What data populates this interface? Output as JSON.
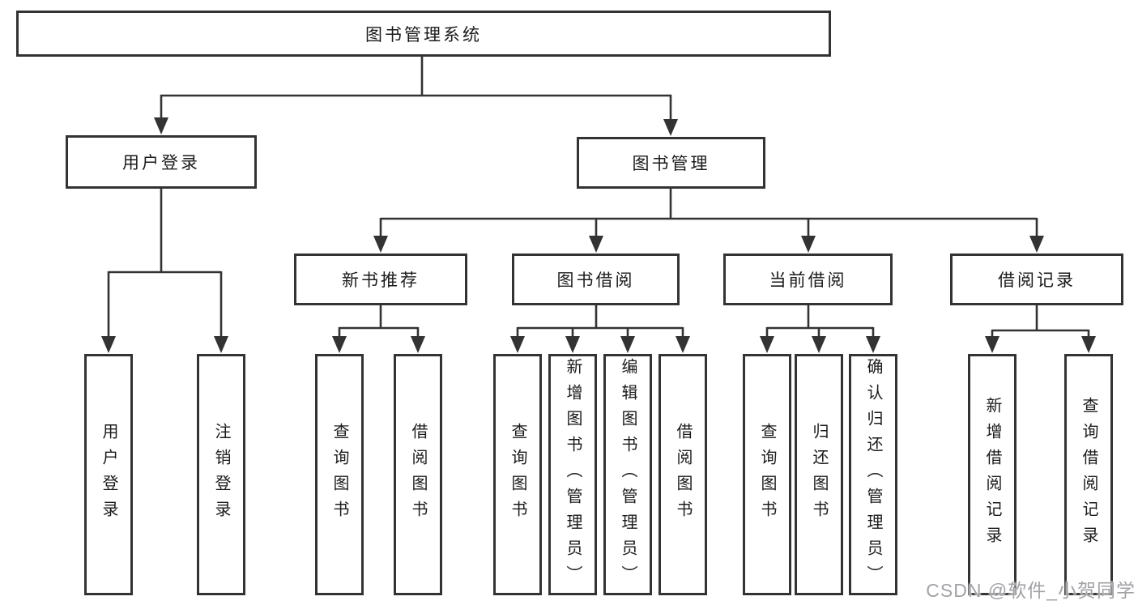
{
  "diagram": {
    "type": "tree",
    "root": {
      "label": "图书管理系统"
    },
    "branches": [
      {
        "label": "用户登录",
        "children": [
          {
            "label": "用户登录"
          },
          {
            "label": "注销登录"
          }
        ]
      },
      {
        "label": "图书管理",
        "children": [
          {
            "label": "新书推荐",
            "children": [
              {
                "label": "查询图书"
              },
              {
                "label": "借阅图书"
              }
            ]
          },
          {
            "label": "图书借阅",
            "children": [
              {
                "label": "查询图书"
              },
              {
                "label": "新增图书（管理员）"
              },
              {
                "label": "编辑图书（管理员）"
              },
              {
                "label": "借阅图书"
              }
            ]
          },
          {
            "label": "当前借阅",
            "children": [
              {
                "label": "查询图书"
              },
              {
                "label": "归还图书"
              },
              {
                "label": "确认归还（管理员）"
              }
            ]
          },
          {
            "label": "借阅记录",
            "children": [
              {
                "label": "新增借阅记录"
              },
              {
                "label": "查询借阅记录"
              }
            ]
          }
        ]
      }
    ],
    "watermark": "CSDN @软件_小贺同学",
    "colors": {
      "line": "#333333",
      "text": "#1b1b1d",
      "watermark": "#a2a2a7",
      "background": "#ffffff"
    }
  }
}
